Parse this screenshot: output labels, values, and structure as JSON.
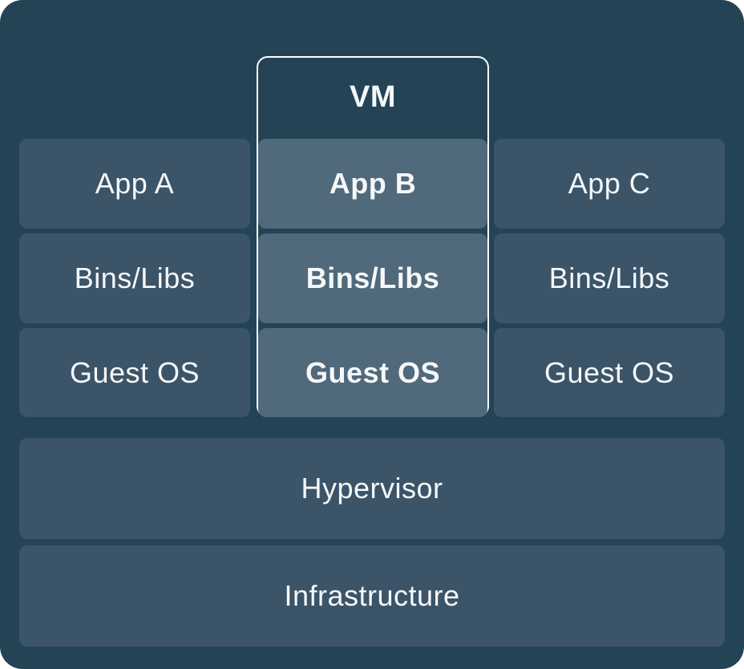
{
  "diagram": {
    "vm_label": "VM",
    "columns": [
      {
        "name": "vm-a",
        "highlighted": false,
        "cells": [
          "App A",
          "Bins/Libs",
          "Guest OS"
        ]
      },
      {
        "name": "vm-b",
        "highlighted": true,
        "cells": [
          "App B",
          "Bins/Libs",
          "Guest OS"
        ]
      },
      {
        "name": "vm-c",
        "highlighted": false,
        "cells": [
          "App C",
          "Bins/Libs",
          "Guest OS"
        ]
      }
    ],
    "layers": [
      "Hypervisor",
      "Infrastructure"
    ],
    "colors": {
      "canvas": "#ffffff",
      "background": "#244456",
      "cell": "#3b5468",
      "highlight_cell": "#50697b",
      "vm_border": "#ffffff",
      "text": "#f5f7f8"
    }
  }
}
